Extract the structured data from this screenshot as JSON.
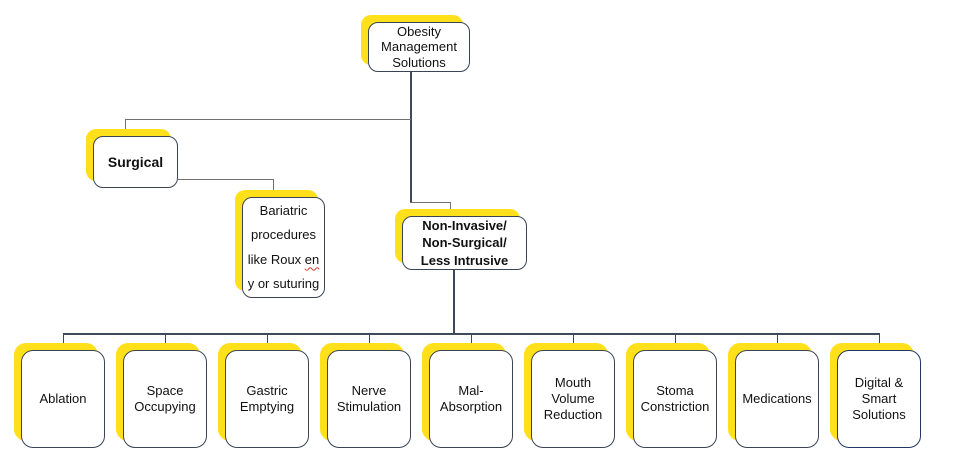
{
  "colors": {
    "shadow_yellow": "#FFE01A",
    "box_border": "#3A4554",
    "box_border_navy": "#1F3864",
    "connector_gray": "#707070",
    "connector_dark": "#3E4A5A",
    "text": "#111111",
    "squiggle_red": "#D83A2E"
  },
  "nodes": {
    "root": {
      "label": "Obesity Management Solutions"
    },
    "surgical": {
      "label": "Surgical"
    },
    "bariatric": {
      "line1": "Bariatric",
      "line2": "procedures",
      "line3_before": "like Roux ",
      "line3_misspelled": "en",
      "line4": "y or suturing"
    },
    "noninvasive": {
      "line1": "Non-Invasive/",
      "line2": "Non-Surgical/",
      "line3": "Less Intrusive"
    },
    "children": [
      {
        "label": "Ablation"
      },
      {
        "label": "Space Occupying"
      },
      {
        "label": "Gastric Emptying"
      },
      {
        "label": "Nerve Stimulation"
      },
      {
        "label": "Mal-Absorption"
      },
      {
        "label": "Mouth Volume Reduction"
      },
      {
        "label": "Stoma Constriction"
      },
      {
        "label": "Medications"
      },
      {
        "label": "Digital & Smart Solutions"
      }
    ]
  }
}
